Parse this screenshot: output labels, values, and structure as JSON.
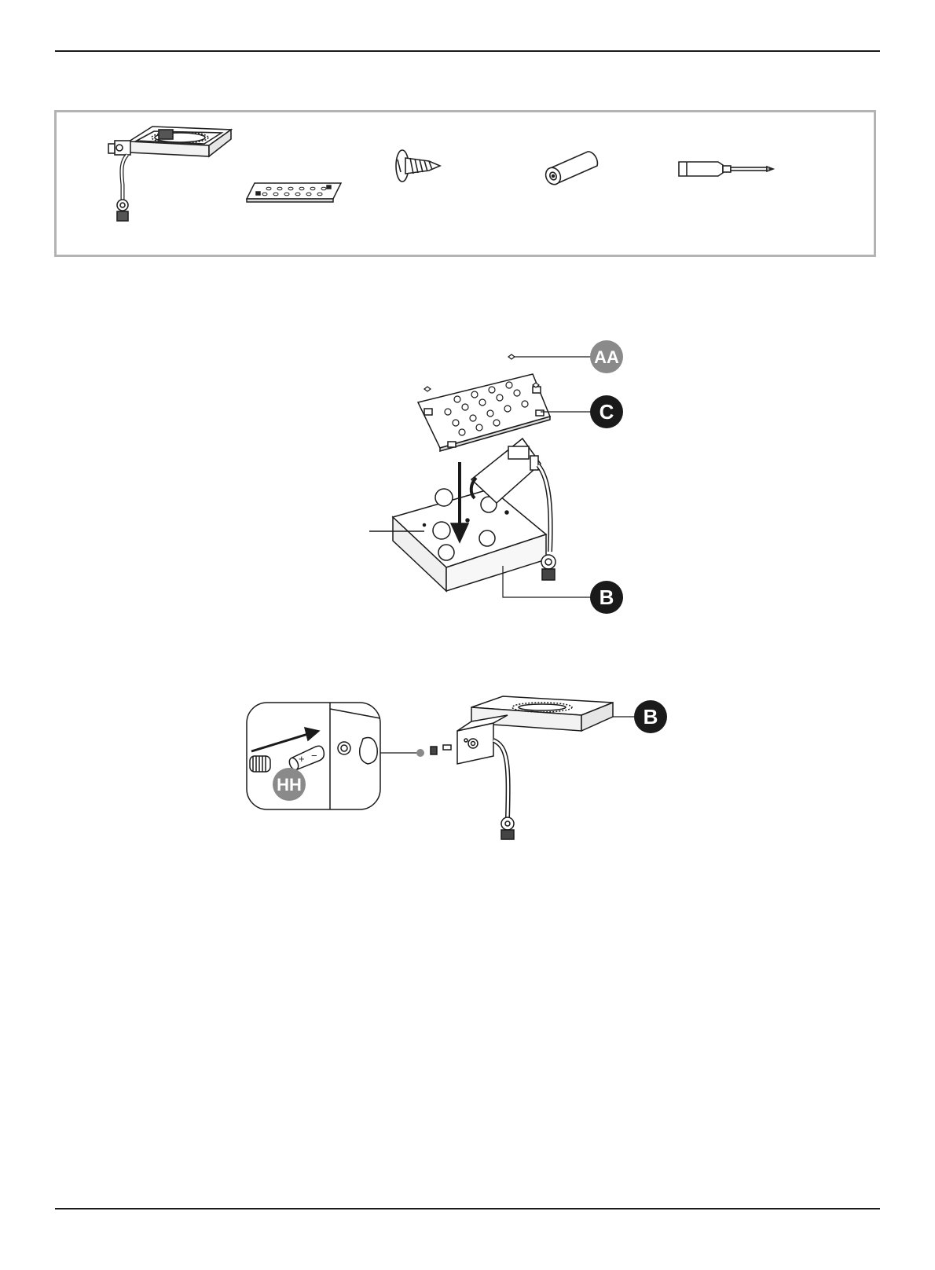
{
  "parts": [
    {
      "id": "burner-assembly",
      "icon": "burner-assembly-icon"
    },
    {
      "id": "burner-cover",
      "icon": "perforated-cover-icon"
    },
    {
      "id": "screw",
      "icon": "screw-icon"
    },
    {
      "id": "battery",
      "icon": "battery-icon"
    },
    {
      "id": "screwdriver",
      "icon": "screwdriver-icon"
    }
  ],
  "figure1": {
    "callouts": {
      "screws": "AA",
      "cover": "C",
      "burner": "B"
    },
    "colors": {
      "screws": "#8a8a8a",
      "cover": "#1a1a1a",
      "burner": "#1a1a1a"
    }
  },
  "figure2": {
    "callouts": {
      "battery": "HH",
      "burner": "B"
    },
    "battery_markings": {
      "positive": "+",
      "negative": "−"
    },
    "colors": {
      "battery": "#8a8a8a",
      "burner": "#1a1a1a"
    }
  }
}
